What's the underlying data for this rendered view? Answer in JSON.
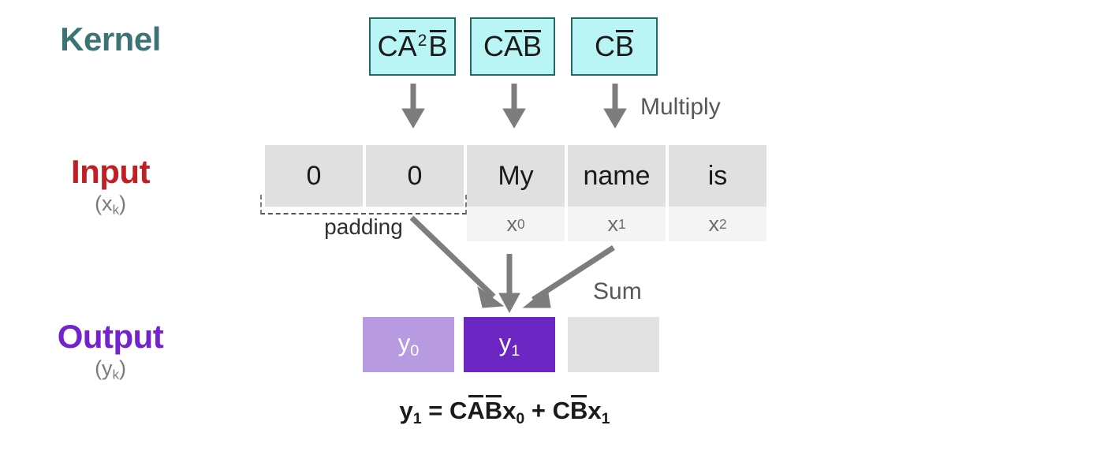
{
  "diagram": {
    "title": "Convolutional view of SSM kernel applied to padded input sequence",
    "background": "#ffffff"
  },
  "colors": {
    "kernel_label": "#3c7377",
    "kernel_fill": "#b9f5f4",
    "kernel_border": "#1f6b63",
    "input_label": "#bf2026",
    "input_cell": "#e0e0e0",
    "input_subband": "#f4f4f4",
    "output_label": "#7322cd",
    "output_y0": "#b79ae0",
    "output_y1": "#6b26c4",
    "output_empty": "#e2e2e2",
    "arrow": "#7d7d7d",
    "muted_text": "#6d6d6d"
  },
  "rows": {
    "kernel": {
      "label": "Kernel",
      "boxes": [
        {
          "name": "kernel-term-0",
          "parts": [
            "C",
            "A",
            "2",
            "B"
          ],
          "plain": "CA2B"
        },
        {
          "name": "kernel-term-1",
          "parts": [
            "C",
            "A",
            "",
            "B"
          ],
          "plain": "CAB"
        },
        {
          "name": "kernel-term-2",
          "parts": [
            "C",
            "",
            "",
            "B"
          ],
          "plain": "CB"
        }
      ]
    },
    "input": {
      "label": "Input",
      "sublabel_open": "(x",
      "sublabel_sub": "k",
      "sublabel_close": ")",
      "cells": [
        {
          "token": "0",
          "index": "",
          "is_padding": true
        },
        {
          "token": "0",
          "index": "",
          "is_padding": true
        },
        {
          "token": "My",
          "index": "0",
          "is_padding": false
        },
        {
          "token": "name",
          "index": "1",
          "is_padding": false
        },
        {
          "token": "is",
          "index": "2",
          "is_padding": false
        }
      ],
      "padding_label": "padding"
    },
    "output": {
      "label": "Output",
      "sublabel_open": "(y",
      "sublabel_sub": "k",
      "sublabel_close": ")",
      "cells": [
        {
          "label": "y",
          "index": "0",
          "state": "previous"
        },
        {
          "label": "y",
          "index": "1",
          "state": "current"
        },
        {
          "label": "",
          "index": "",
          "state": "empty"
        }
      ]
    }
  },
  "annotations": {
    "multiply": "Multiply",
    "sum": "Sum"
  },
  "formula": {
    "lhs": "y",
    "lhs_index": "1",
    "eq": "=",
    "term1_c": "C",
    "term1_a": "A",
    "term1_b": "B",
    "term1_x": "x",
    "term1_index": "0",
    "plus": "+",
    "term2_c": "C",
    "term2_b": "B",
    "term2_x": "x",
    "term2_index": "1",
    "plain": "y1 = CABx0 + CBx1"
  }
}
